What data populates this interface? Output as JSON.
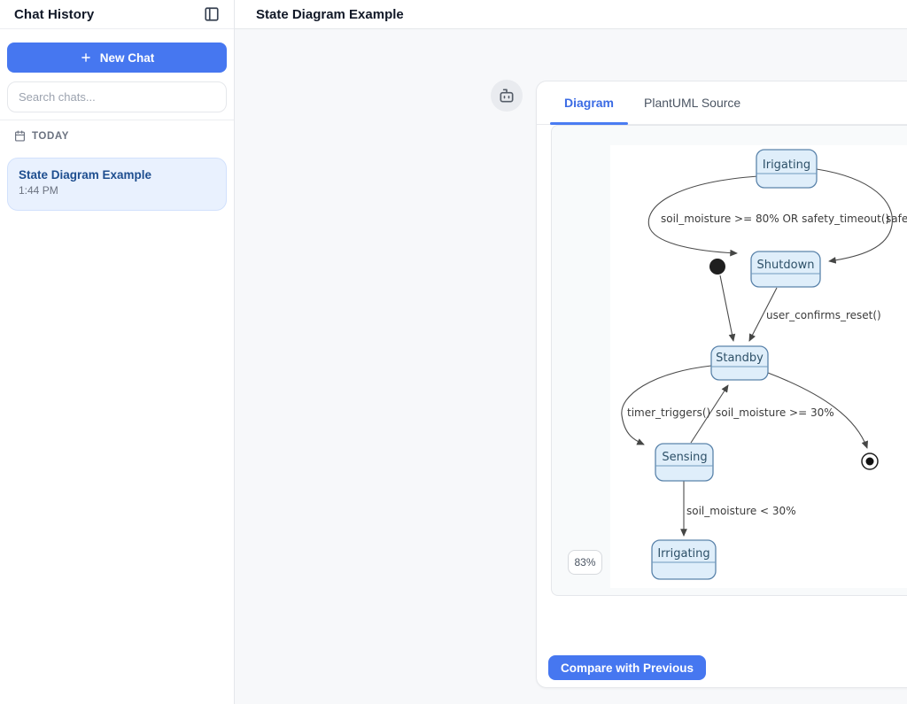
{
  "sidebar": {
    "title": "Chat History",
    "new_chat_label": "New Chat",
    "search_placeholder": "Search chats...",
    "section_label": "TODAY",
    "chats": [
      {
        "title": "State Diagram Example",
        "time": "1:44 PM"
      }
    ]
  },
  "header": {
    "title": "State Diagram Example"
  },
  "tabs": [
    {
      "label": "Diagram",
      "active": true
    },
    {
      "label": "PlantUML Source",
      "active": false
    }
  ],
  "viewer": {
    "zoom_level": "83%"
  },
  "actions": {
    "compare_label": "Compare with Previous"
  },
  "icons": [
    "panel-left-icon",
    "plus-icon",
    "calendar-icon",
    "bot-icon"
  ],
  "colors": {
    "accent_blue": "#4677f0",
    "active_tab_blue": "#3b6be4",
    "chat_item_bg": "#e9f1fe",
    "chat_item_border": "#d2e1fc",
    "chat_item_title": "#1e4e8f",
    "state_fill": "#dfeefa",
    "state_border": "#5b84ab",
    "arrow": "#4b4b4b",
    "panel_bg": "#f8fafb"
  },
  "diagram": {
    "type": "plantuml-state-diagram",
    "states": [
      {
        "name": "Irigating"
      },
      {
        "name": "Shutdown"
      },
      {
        "name": "Standby"
      },
      {
        "name": "Sensing"
      },
      {
        "name": "Irrigating"
      }
    ],
    "transitions": [
      {
        "from": "Irigating",
        "to": "Shutdown",
        "label": "soil_moisture >= 80% OR safety_timeout()"
      },
      {
        "from": "Irigating",
        "to": "Shutdown",
        "label": "safety_timeout() // Fallback timeout protection"
      },
      {
        "from": "initial",
        "to": "Standby",
        "label": ""
      },
      {
        "from": "Shutdown",
        "to": "Standby",
        "label": "user_confirms_reset()"
      },
      {
        "from": "Standby",
        "to": "Sensing",
        "label": "timer_triggers()"
      },
      {
        "from": "Sensing",
        "to": "Standby",
        "label": "soil_moisture >= 30%"
      },
      {
        "from": "Standby",
        "to": "final",
        "label": ""
      },
      {
        "from": "Sensing",
        "to": "Irrigating",
        "label": "soil_moisture < 30%"
      }
    ]
  }
}
